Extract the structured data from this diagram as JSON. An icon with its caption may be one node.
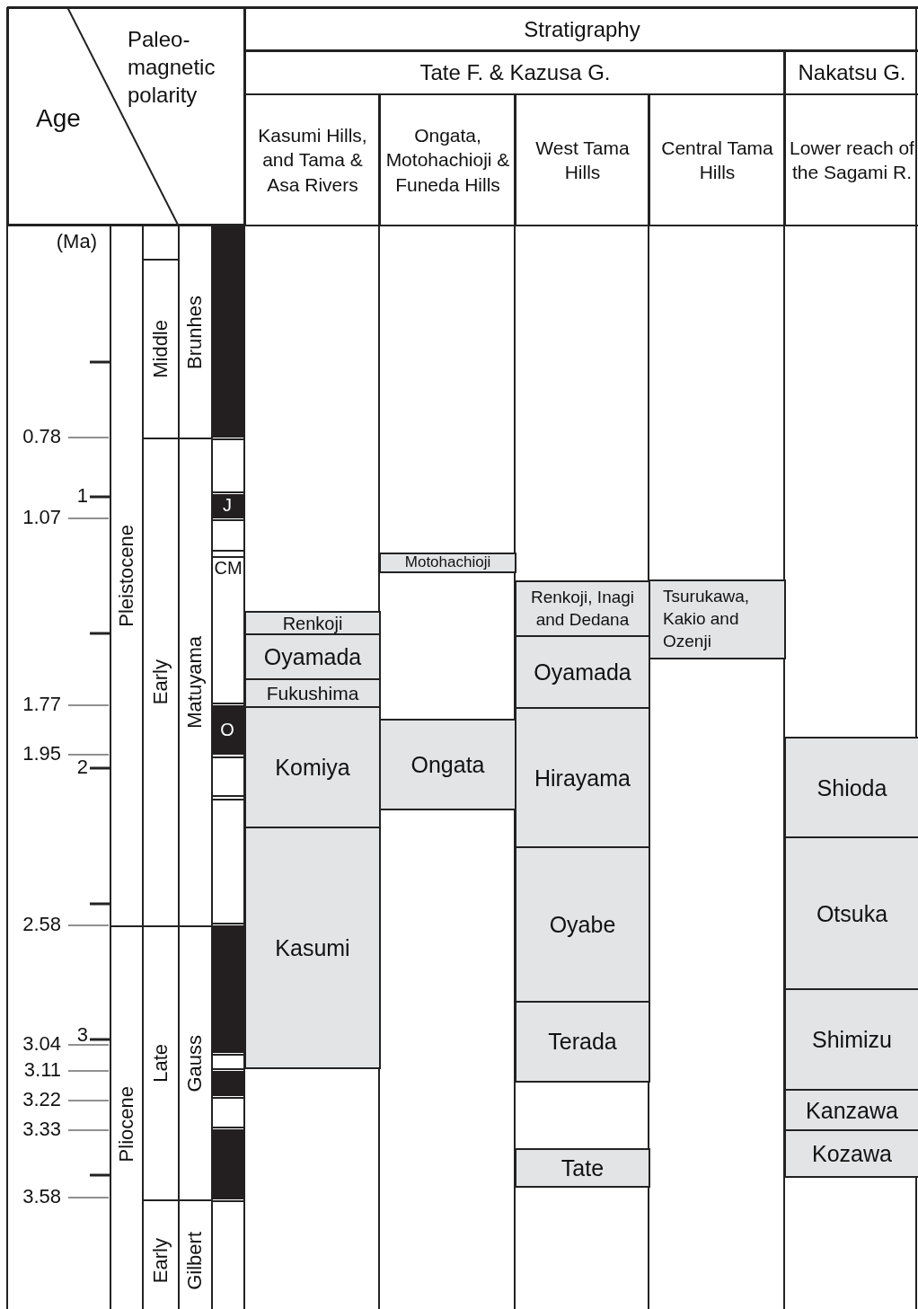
{
  "diagram": {
    "nodes": [
      {
        "text": [
          "Age",
          "Paleo-magnetic polarity"
        ]
      },
      {
        "text": [
          "Stratigraphy"
        ]
      },
      {
        "text": [
          "Tate F. & Kazusa G."
        ]
      },
      {
        "text": [
          "Nakatsu G."
        ]
      },
      {
        "text": [
          "Kasumi Hills, and Tama & Asa Rivers"
        ]
      },
      {
        "text": [
          "Ongata, Motohachioji & Funeda Hills"
        ]
      },
      {
        "text": [
          "West Tama Hills"
        ]
      },
      {
        "text": [
          "Central Tama Hills"
        ]
      },
      {
        "text": [
          "Lower reach of the Sagami R."
        ]
      },
      {
        "text": [
          "Pleistocene"
        ]
      },
      {
        "text": [
          "Middle"
        ]
      },
      {
        "text": [
          "Brunhes"
        ]
      },
      {
        "text": [
          "Early"
        ]
      },
      {
        "text": [
          "Matuyama"
        ]
      },
      {
        "text": [
          "Pliocene"
        ]
      },
      {
        "text": [
          "Late"
        ]
      },
      {
        "text": [
          "Gauss"
        ]
      },
      {
        "text": [
          "Early"
        ]
      },
      {
        "text": [
          "Gilbert"
        ]
      },
      {
        "text": [
          "Renkoji"
        ]
      },
      {
        "text": [
          "Oyamada"
        ]
      },
      {
        "text": [
          "Fukushima"
        ]
      },
      {
        "text": [
          "Komiya"
        ]
      },
      {
        "text": [
          "Kasumi"
        ]
      },
      {
        "text": [
          "Motohachioji"
        ]
      },
      {
        "text": [
          "Ongata"
        ]
      },
      {
        "text": [
          "Renkoji, Inagi and Dedana"
        ]
      },
      {
        "text": [
          "Oyamada"
        ]
      },
      {
        "text": [
          "Hirayama"
        ]
      },
      {
        "text": [
          "Oyabe"
        ]
      },
      {
        "text": [
          "Terada"
        ]
      },
      {
        "text": [
          "Tate"
        ]
      },
      {
        "text": [
          "Tsurukawa, Kakio and Ozenji"
        ]
      },
      {
        "text": [
          "Shioda"
        ]
      },
      {
        "text": [
          "Otsuka"
        ]
      },
      {
        "text": [
          "Shimizu"
        ]
      },
      {
        "text": [
          "Kanzawa"
        ]
      },
      {
        "text": [
          "Kozawa"
        ]
      }
    ],
    "edges": [],
    "labels": [
      "(Ma)",
      "0.78",
      "1",
      "J",
      "1.07",
      "CM",
      "1.77",
      "O",
      "1.95",
      "2",
      "2.58",
      "3",
      "3.04",
      "3.11",
      "3.22",
      "3.33",
      "3.58"
    ]
  }
}
